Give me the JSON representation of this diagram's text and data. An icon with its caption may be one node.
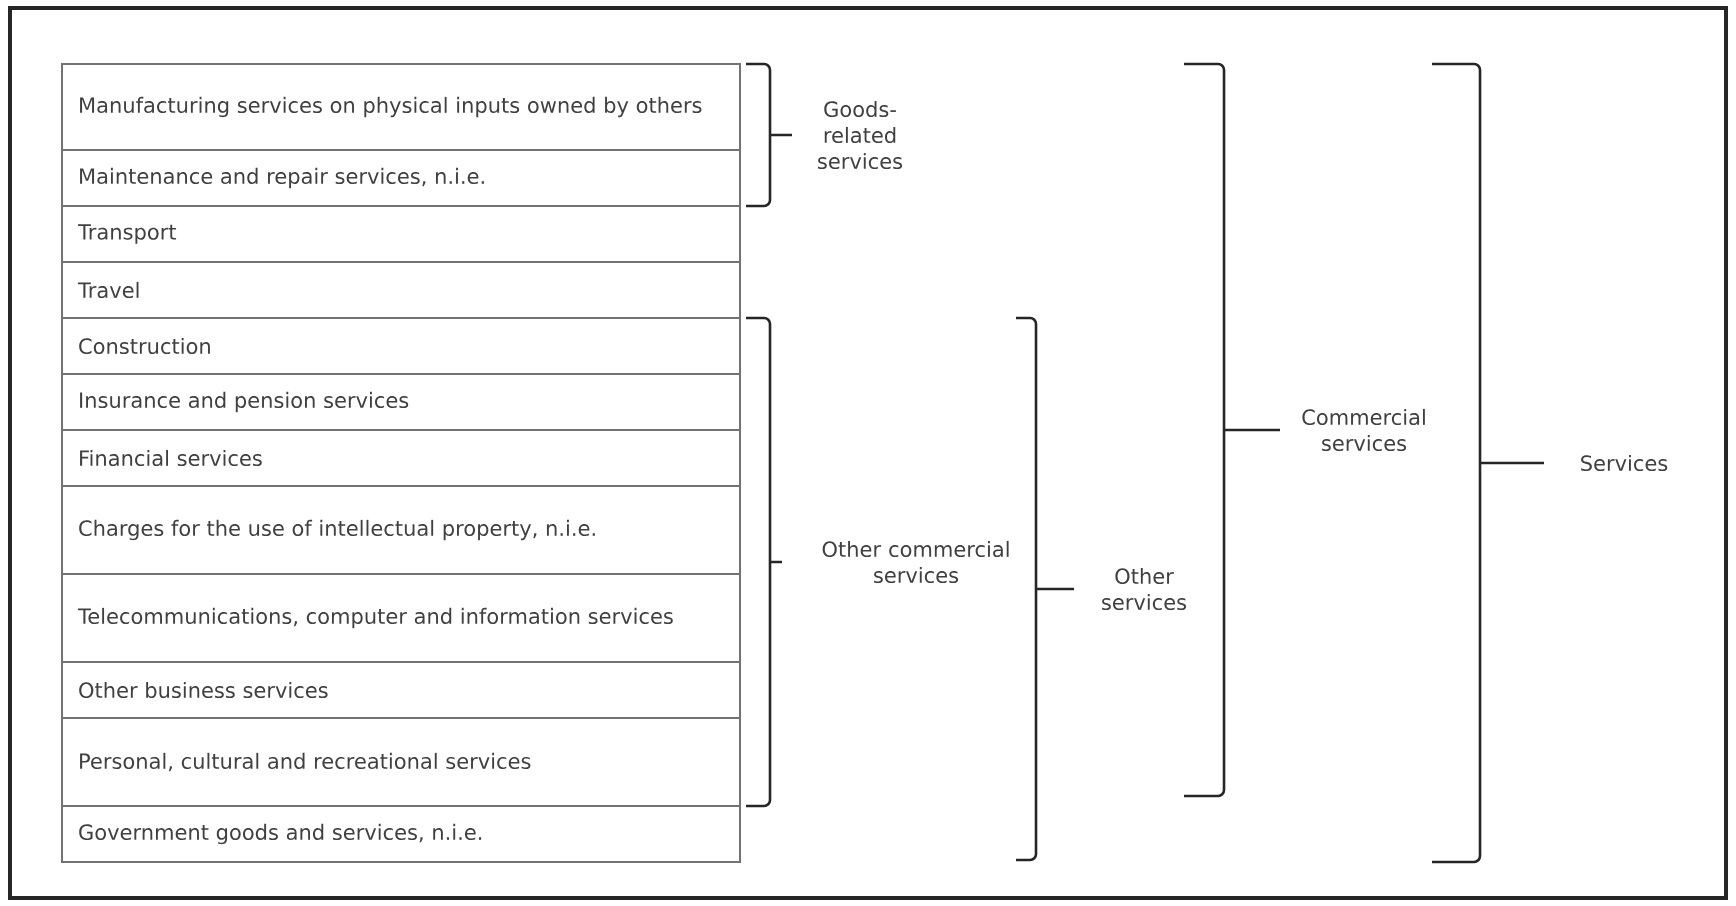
{
  "diagram": {
    "nodes": [
      {
        "text": [
          "Manufacturing services on physical inputs owned by others"
        ]
      },
      {
        "text": [
          "Maintenance and repair services, n.i.e."
        ]
      },
      {
        "text": [
          "Transport"
        ]
      },
      {
        "text": [
          "Travel"
        ]
      },
      {
        "text": [
          "Construction"
        ]
      },
      {
        "text": [
          "Insurance and pension services"
        ]
      },
      {
        "text": [
          "Financial services"
        ]
      },
      {
        "text": [
          "Charges for the use of intellectual property, n.i.e."
        ]
      },
      {
        "text": [
          "Telecommunications, computer and information services"
        ]
      },
      {
        "text": [
          "Other business services"
        ]
      },
      {
        "text": [
          "Personal, cultural and recreational services"
        ]
      },
      {
        "text": [
          "Government goods and services, n.i.e."
        ]
      }
    ],
    "labels": [
      "Goods-related services",
      "Other commercial services",
      "Other services",
      "Commercial services",
      "Services"
    ]
  }
}
